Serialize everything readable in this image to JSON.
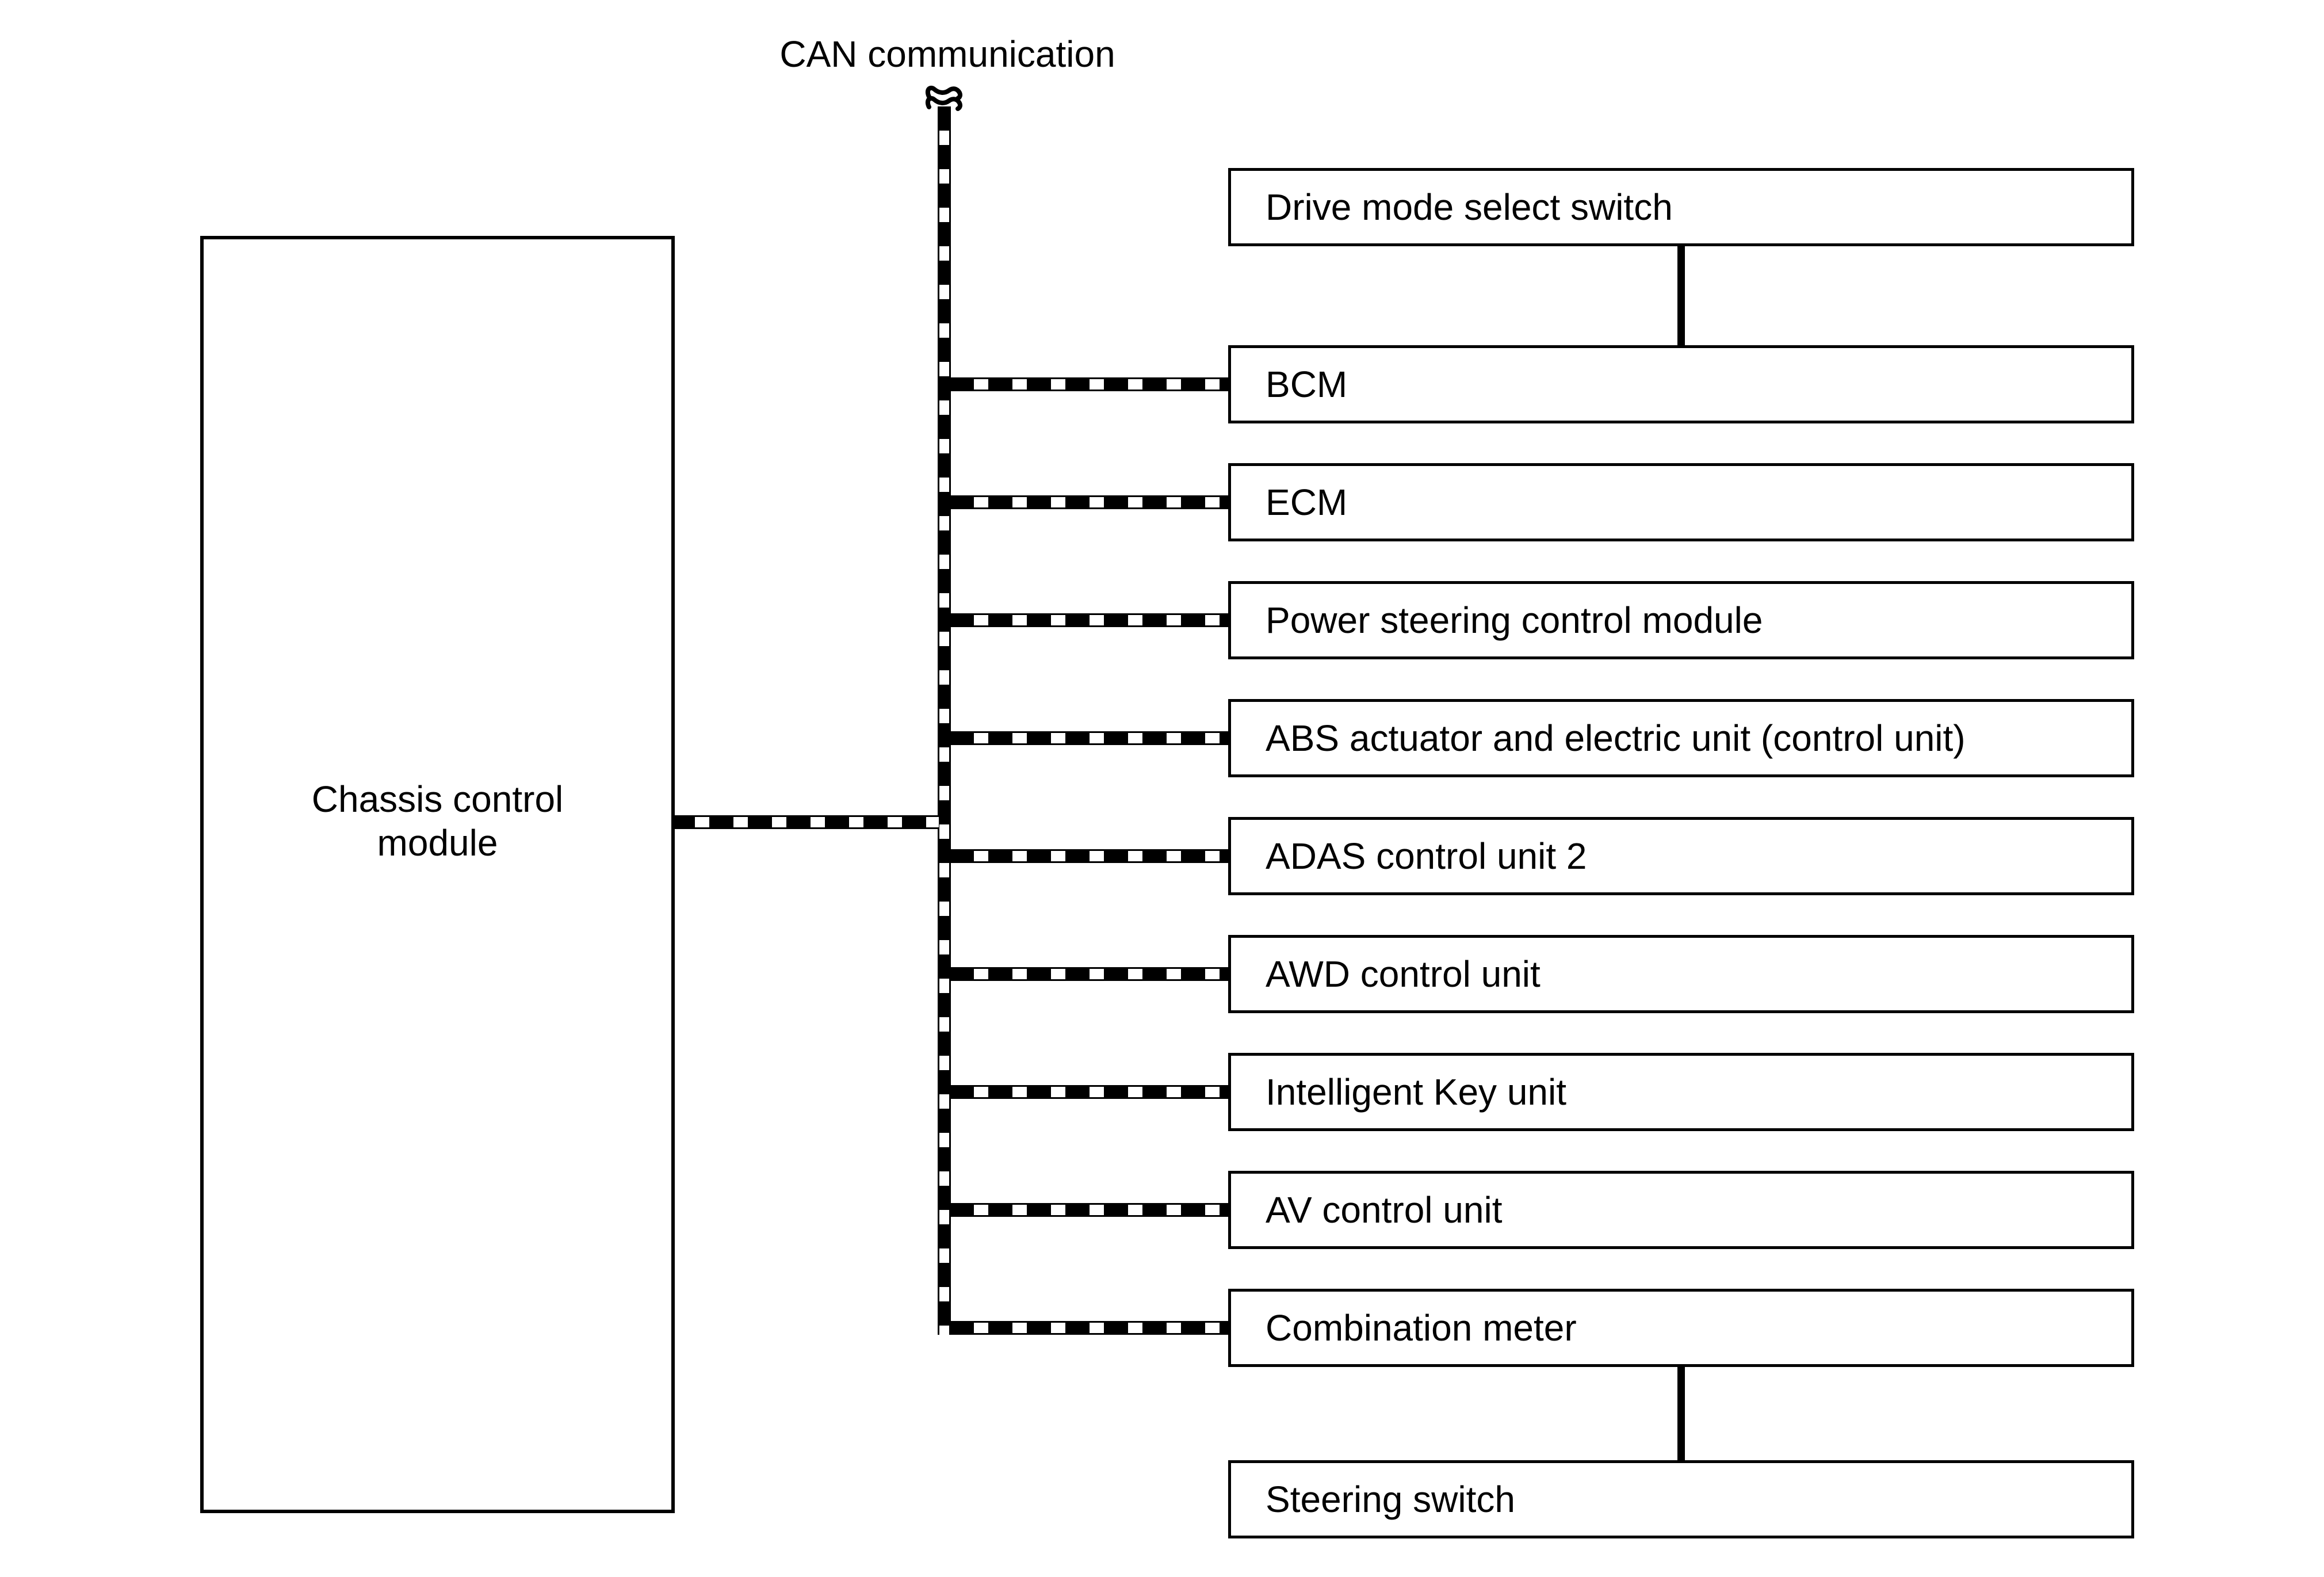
{
  "diagram": {
    "bus_label": "CAN communication",
    "chassis_module": {
      "label": "Chassis control module"
    },
    "right_modules": [
      {
        "label": "Drive mode select switch"
      },
      {
        "label": "BCM"
      },
      {
        "label": "ECM"
      },
      {
        "label": "Power steering control module"
      },
      {
        "label": "ABS actuator and electric unit (control unit)"
      },
      {
        "label": "ADAS control unit 2"
      },
      {
        "label": "AWD control unit"
      },
      {
        "label": "Intelligent Key unit"
      },
      {
        "label": "AV control unit"
      },
      {
        "label": "Combination meter"
      },
      {
        "label": "Steering switch"
      }
    ],
    "colors": {
      "line": "#000000",
      "background": "#ffffff"
    }
  }
}
